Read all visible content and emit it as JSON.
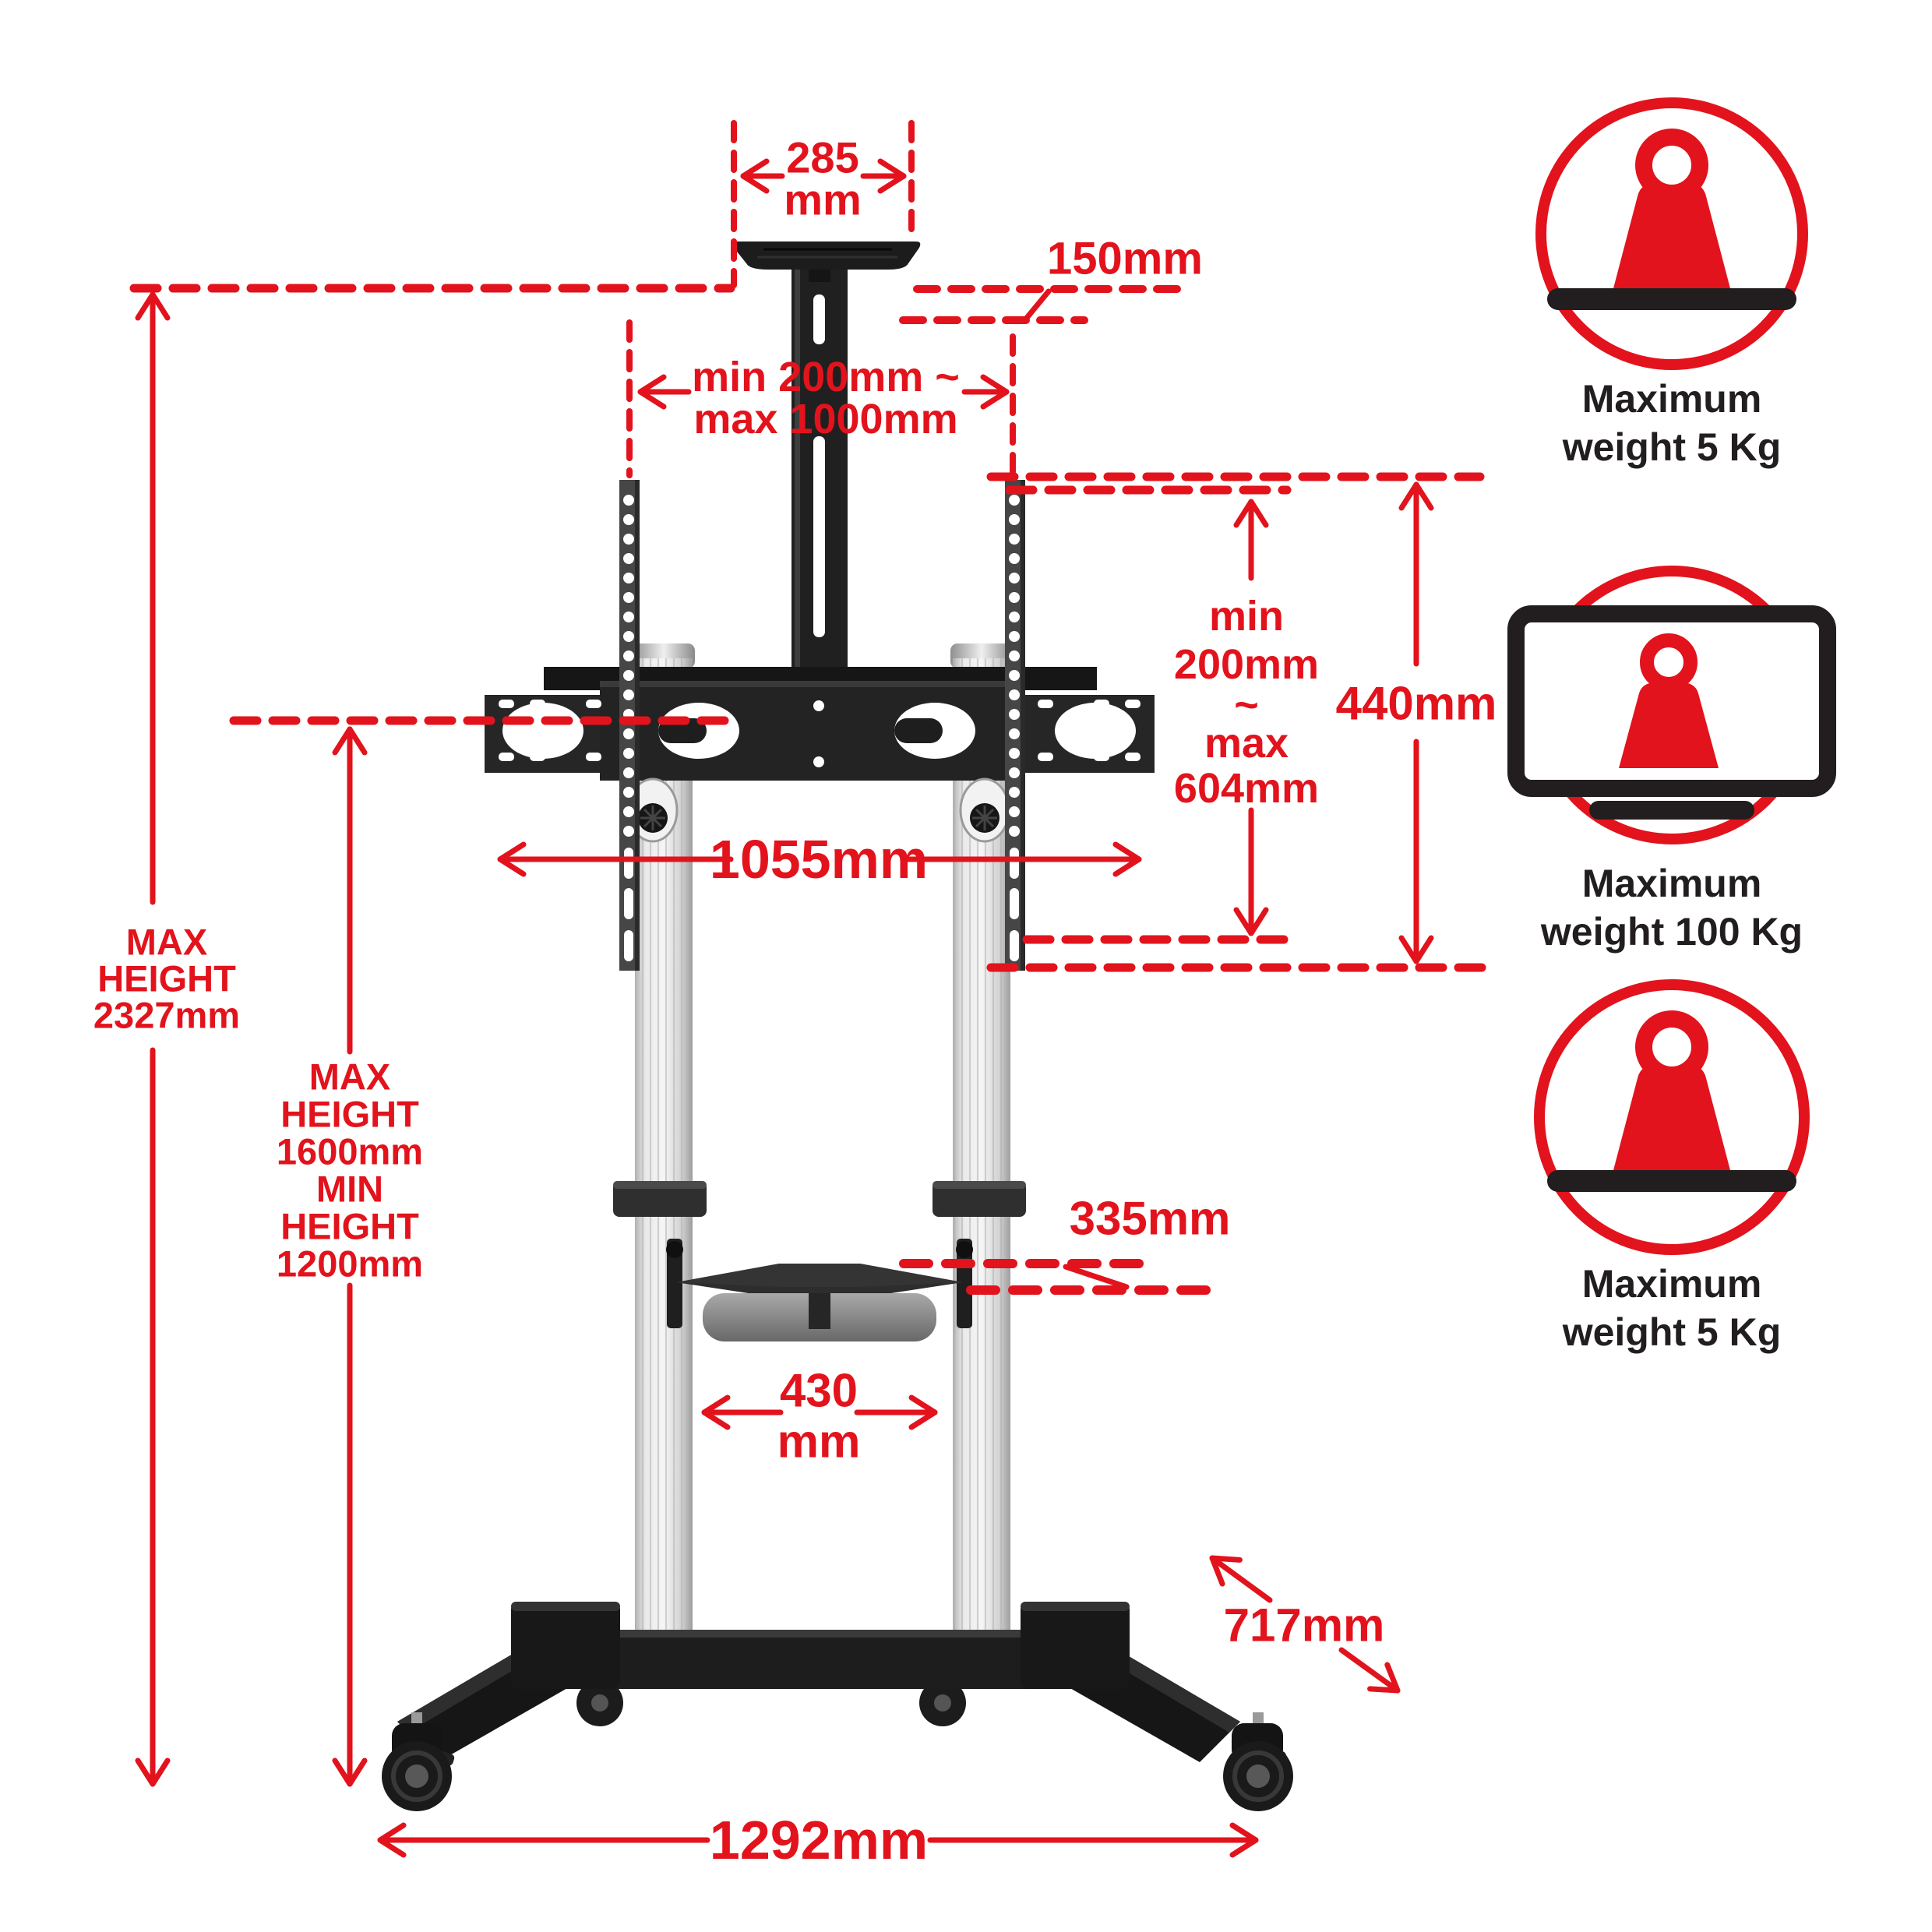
{
  "colors": {
    "accent": "#e2131c",
    "ink": "#221e1f",
    "stand_dark": "#1b1b1b",
    "column_silver": "#d9d9d9"
  },
  "annotations": {
    "camera_plate_width_value": "285",
    "camera_plate_width_unit": "mm",
    "camera_plate_height": "150mm",
    "vesa_width_range": [
      "min 200mm ~",
      "max 1000mm"
    ],
    "vesa_height_range": [
      "min",
      "200mm",
      "~",
      "max",
      "604mm"
    ],
    "bracket_height": "440mm",
    "bracket_width": "1055mm",
    "max_height": [
      "MAX",
      "HEIGHT",
      "2327mm"
    ],
    "column_height": [
      "MAX",
      "HEIGHT",
      "1600mm",
      "MIN",
      "HEIGHT",
      "1200mm"
    ],
    "shelf_offset": "335mm",
    "shelf_width": [
      "430",
      "mm"
    ],
    "base_depth": "717mm",
    "base_width": "1292mm"
  },
  "badges": [
    {
      "line1": "Maximum",
      "line2": "weight 5 Kg"
    },
    {
      "line1": "Maximum",
      "line2": "weight 100 Kg"
    },
    {
      "line1": "Maximum",
      "line2": "weight 5 Kg"
    }
  ]
}
